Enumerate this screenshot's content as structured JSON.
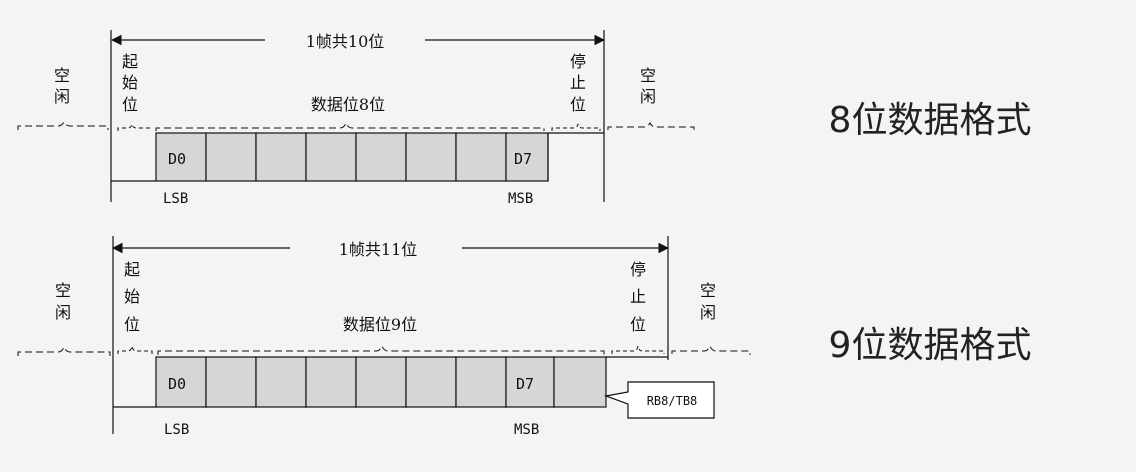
{
  "colors": {
    "background": "#f4f4f4",
    "cell_fill": "#d6d6d6",
    "line": "#111111"
  },
  "diagrams": [
    {
      "caption": "8位数据格式",
      "frame_label": "1帧共10位",
      "data_label": "数据位8位",
      "idle_left": [
        "空",
        "闲"
      ],
      "start_bit": [
        "起",
        "始",
        "位"
      ],
      "stop_bit": [
        "停",
        "止",
        "位"
      ],
      "idle_right": [
        "空",
        "闲"
      ],
      "first_cell": "D0",
      "last_cell": "D7",
      "lsb": "LSB",
      "msb": "MSB",
      "data_bits": 8
    },
    {
      "caption": "9位数据格式",
      "frame_label": "1帧共11位",
      "data_label": "数据位9位",
      "idle_left": [
        "空",
        "闲"
      ],
      "start_bit": [
        "起",
        "始",
        "位"
      ],
      "stop_bit": [
        "停",
        "止",
        "位"
      ],
      "idle_right": [
        "空",
        "闲"
      ],
      "first_cell": "D0",
      "last_cell": "D7",
      "lsb": "LSB",
      "msb": "MSB",
      "data_bits": 9,
      "callout": "RB8/TB8"
    }
  ]
}
